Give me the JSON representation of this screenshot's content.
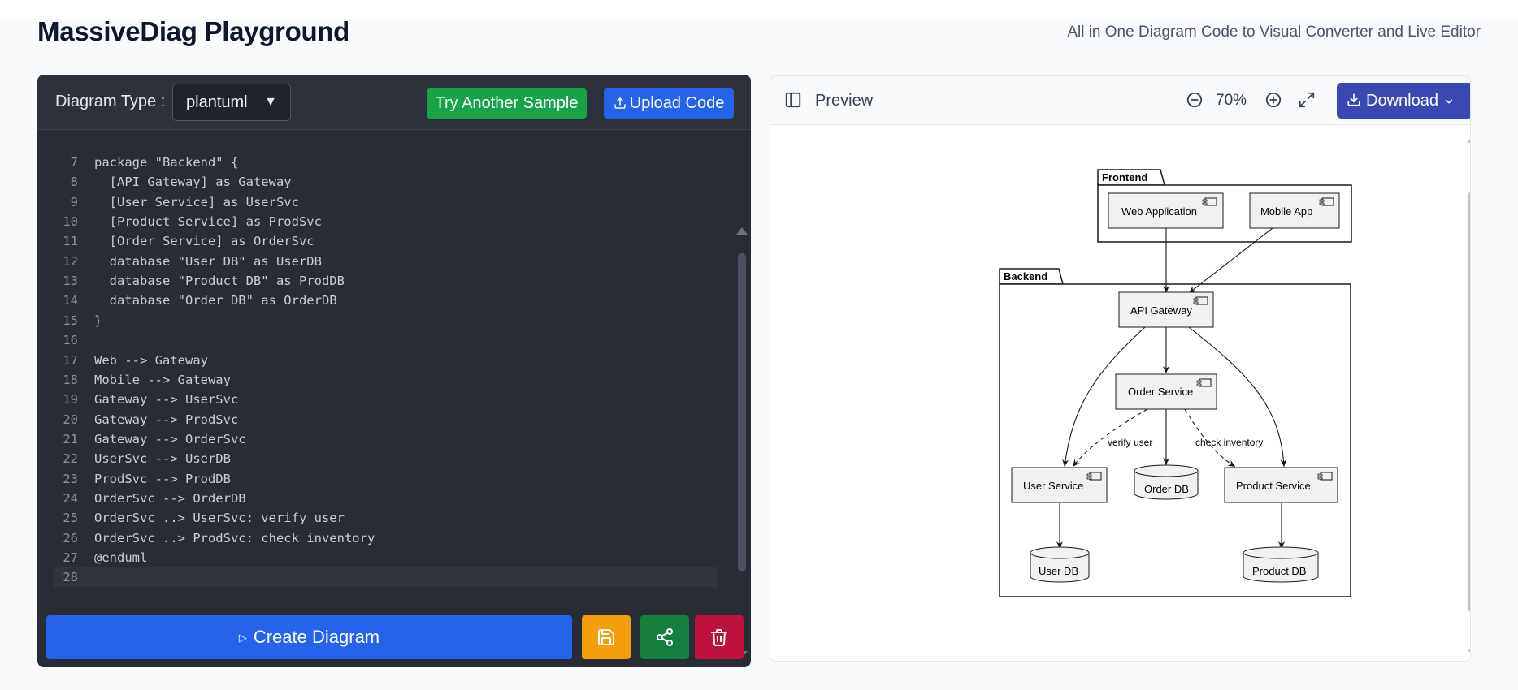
{
  "app": {
    "title": "MassiveDiag Playground",
    "subtitle": "All in One Diagram Code to Visual Converter and Live Editor"
  },
  "editor": {
    "diagram_type_label": "Diagram Type :",
    "diagram_type_value": "plantuml",
    "try_sample_label": "Try Another Sample",
    "upload_label": "Upload Code",
    "create_label": "Create Diagram",
    "lines": [
      {
        "n": "7",
        "text": "package \"Backend\" {"
      },
      {
        "n": "8",
        "text": "  [API Gateway] as Gateway"
      },
      {
        "n": "9",
        "text": "  [User Service] as UserSvc"
      },
      {
        "n": "10",
        "text": "  [Product Service] as ProdSvc"
      },
      {
        "n": "11",
        "text": "  [Order Service] as OrderSvc"
      },
      {
        "n": "12",
        "text": "  database \"User DB\" as UserDB"
      },
      {
        "n": "13",
        "text": "  database \"Product DB\" as ProdDB"
      },
      {
        "n": "14",
        "text": "  database \"Order DB\" as OrderDB"
      },
      {
        "n": "15",
        "text": "}"
      },
      {
        "n": "16",
        "text": ""
      },
      {
        "n": "17",
        "text": "Web --> Gateway"
      },
      {
        "n": "18",
        "text": "Mobile --> Gateway"
      },
      {
        "n": "19",
        "text": "Gateway --> UserSvc"
      },
      {
        "n": "20",
        "text": "Gateway --> ProdSvc"
      },
      {
        "n": "21",
        "text": "Gateway --> OrderSvc"
      },
      {
        "n": "22",
        "text": "UserSvc --> UserDB"
      },
      {
        "n": "23",
        "text": "ProdSvc --> ProdDB"
      },
      {
        "n": "24",
        "text": "OrderSvc --> OrderDB"
      },
      {
        "n": "25",
        "text": "OrderSvc ..> UserSvc: verify user"
      },
      {
        "n": "26",
        "text": "OrderSvc ..> ProdSvc: check inventory"
      },
      {
        "n": "27",
        "text": "@enduml"
      },
      {
        "n": "28",
        "text": ""
      }
    ]
  },
  "preview": {
    "label": "Preview",
    "zoom": "70%",
    "download_label": "Download"
  },
  "diagram": {
    "packages": {
      "frontend": "Frontend",
      "backend": "Backend"
    },
    "nodes": {
      "web": "Web Application",
      "mobile": "Mobile App",
      "gateway": "API Gateway",
      "order": "Order Service",
      "user": "User Service",
      "product": "Product Service",
      "orderdb": "Order DB",
      "userdb": "User DB",
      "productdb": "Product DB"
    },
    "edge_labels": {
      "verify": "verify user",
      "inventory": "check inventory"
    }
  },
  "colors": {
    "accent_blue": "#2563eb",
    "success_green": "#16a34a",
    "download_indigo": "#3b47b3",
    "save_amber": "#f59e0b",
    "share_green": "#15803d",
    "delete_red": "#be123c",
    "editor_bg": "#282c34"
  },
  "icons": {
    "upload": "upload-icon",
    "play": "play-icon",
    "save": "floppy-disk-icon",
    "share": "share-icon",
    "delete": "trash-icon",
    "sidebar": "sidebar-toggle-icon",
    "zoom_out": "zoom-out-icon",
    "zoom_in": "zoom-in-icon",
    "fullscreen": "expand-icon",
    "download": "download-icon",
    "chevron": "chevron-down-icon"
  }
}
